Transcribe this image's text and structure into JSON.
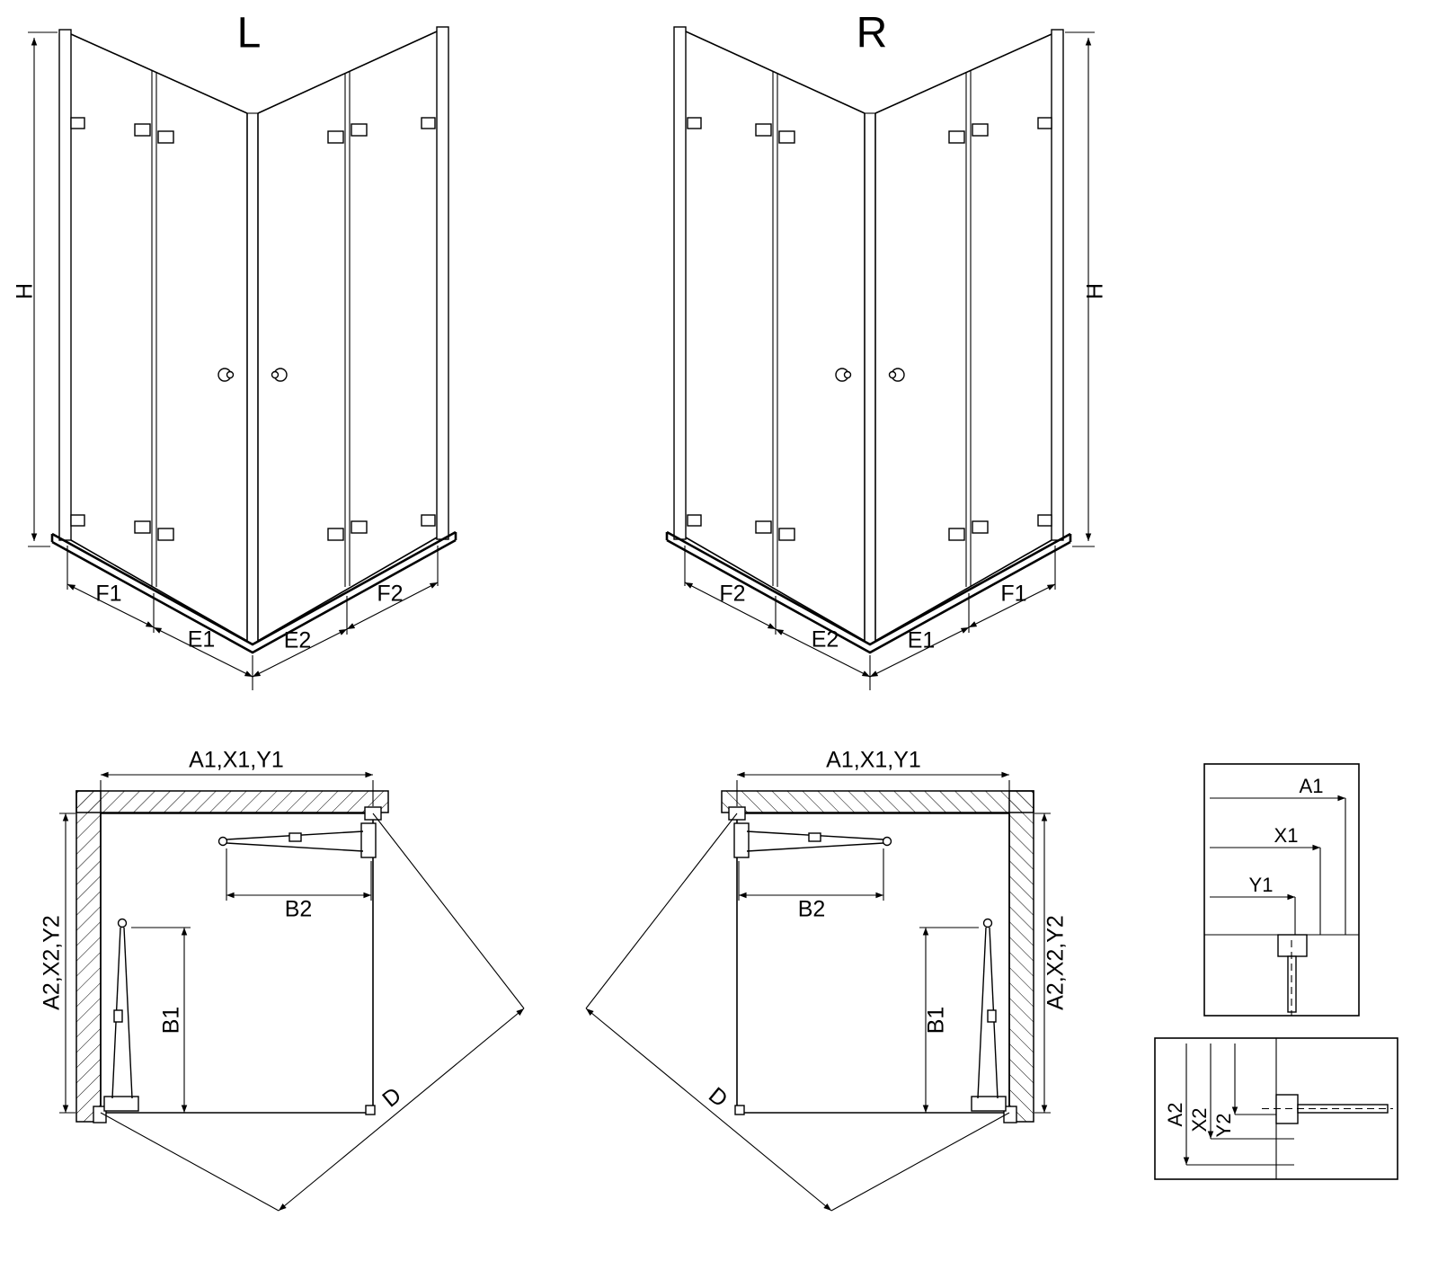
{
  "perspective_left": {
    "title": "L",
    "height_dim": "H",
    "segment_f1": "F1",
    "segment_e1": "E1",
    "segment_e2": "E2",
    "segment_f2": "F2"
  },
  "perspective_right": {
    "title": "R",
    "height_dim": "H",
    "segment_f2": "F2",
    "segment_e2": "E2",
    "segment_e1": "E1",
    "segment_f1": "F1"
  },
  "plan_left": {
    "width_dim": "A1,X1,Y1",
    "depth_dim": "A2,X2,Y2",
    "door_top_dim": "B2",
    "door_side_dim": "B1",
    "diagonal_dim": "D"
  },
  "plan_right": {
    "width_dim": "A1,X1,Y1",
    "depth_dim": "A2,X2,Y2",
    "door_top_dim": "B2",
    "door_side_dim": "B1",
    "diagonal_dim": "D"
  },
  "profile_detail_horizontal": {
    "dim_a1": "A1",
    "dim_x1": "X1",
    "dim_y1": "Y1"
  },
  "profile_detail_vertical": {
    "dim_a2": "A2",
    "dim_x2": "X2",
    "dim_y2": "Y2"
  },
  "colors": {
    "line": "#000000",
    "background": "#ffffff"
  }
}
